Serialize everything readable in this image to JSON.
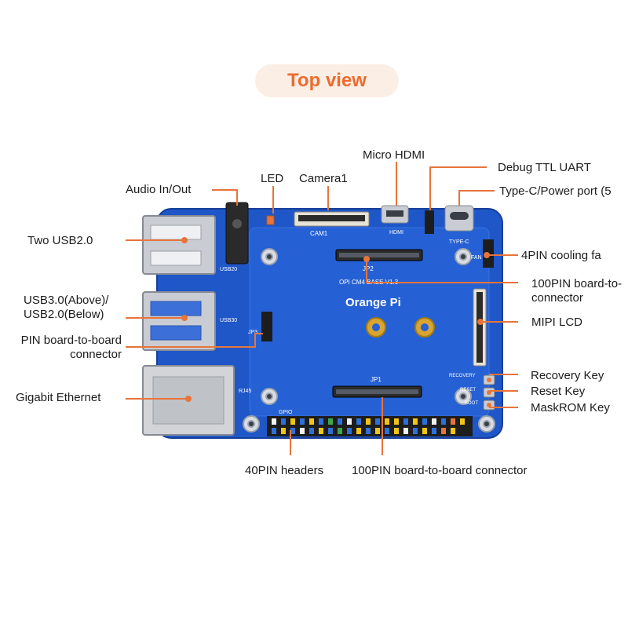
{
  "title": "Top view",
  "board": {
    "brand": "Orange Pi",
    "silk": {
      "cam1": "CAM1",
      "hdmi": "HDMI",
      "typec": "TYPE-C",
      "fan": "FAN",
      "jp2": "JP2",
      "jp1": "JP1",
      "jp3": "JP3",
      "gpio": "GPIO",
      "rj45": "RJ45",
      "usb20": "USB20",
      "usb30": "USB30",
      "model": "OPI CM4 BASE V1.3",
      "recovery": "RECOVERY",
      "reset": "RESET",
      "boot": "BOOT"
    }
  },
  "labels": {
    "micro_hdmi": "Micro HDMI",
    "debug_uart": "Debug TTL UART",
    "led": "LED",
    "camera1": "Camera1",
    "audio": "Audio In/Out",
    "typec_power": "Type-C/Power port (5",
    "usb2": "Two USB2.0",
    "cooling_fan": "4PIN cooling fa",
    "b2b_right": "100PIN board-to-\nconnector",
    "usb3": "USB3.0(Above)/\nUSB2.0(Below)",
    "b2b_left": "PIN board-to-board\nconnector",
    "mipi_lcd": "MIPI LCD",
    "recovery_key": "Recovery Key",
    "reset_key": "Reset Key",
    "maskrom_key": "MaskROM Key",
    "ethernet": "Gigabit Ethernet",
    "pin40": "40PIN headers",
    "b2b_bottom": "100PIN board-to-board connector"
  },
  "colors": {
    "board": "#1f57c8",
    "board_edge": "#163f9a",
    "accent": "#ee6a2e",
    "leader": "#e8743b",
    "metal": "#c9ccd2"
  }
}
